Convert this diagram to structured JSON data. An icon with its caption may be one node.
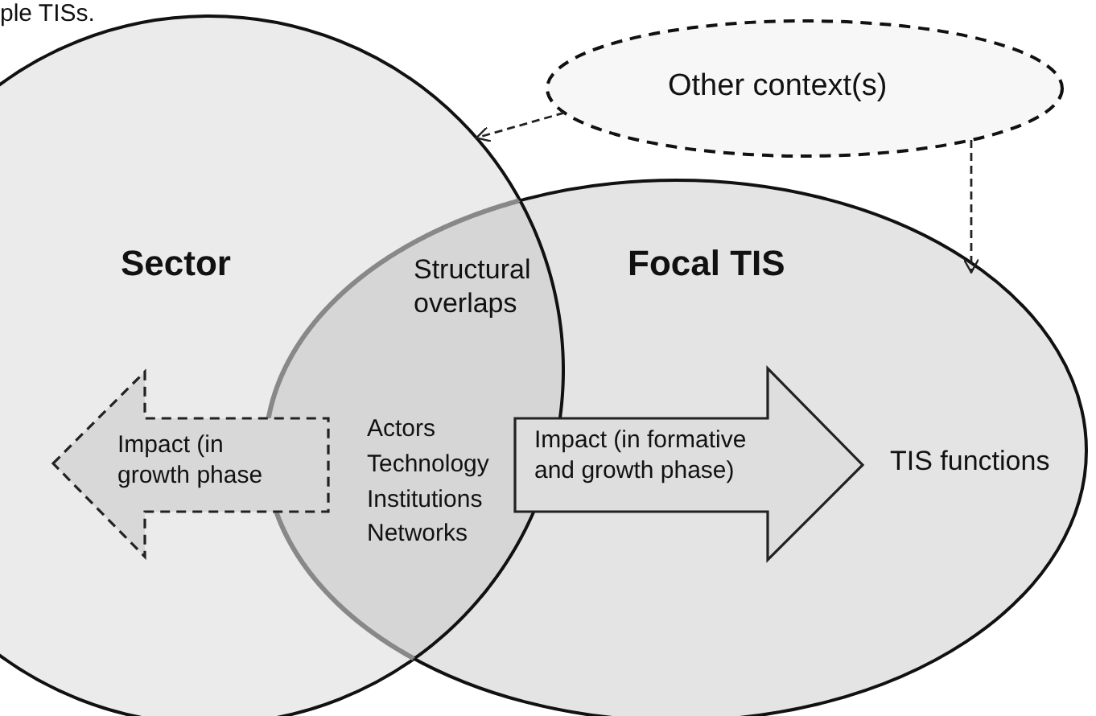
{
  "diagram": {
    "nodes": [
      {
        "text": [
          "Sector"
        ]
      },
      {
        "text": [
          "Focal TIS"
        ]
      },
      {
        "text": [
          "Other context(s)"
        ]
      },
      {
        "text": [
          "Structural overlaps",
          "Actors Technology Institutions Networks"
        ]
      },
      {
        "text": [
          "Impact (in growth phase"
        ],
        "in": 0
      },
      {
        "text": [
          "Impact (in formative and growth phase)"
        ],
        "in": 1
      }
    ],
    "edges": [
      {
        "from": 2,
        "to": 0,
        "arrow": "to",
        "style": "dashed"
      },
      {
        "from": 2,
        "to": 1,
        "arrow": "to",
        "style": "dashed"
      }
    ],
    "labels": [
      "ple TISs.",
      "TIS functions"
    ]
  }
}
